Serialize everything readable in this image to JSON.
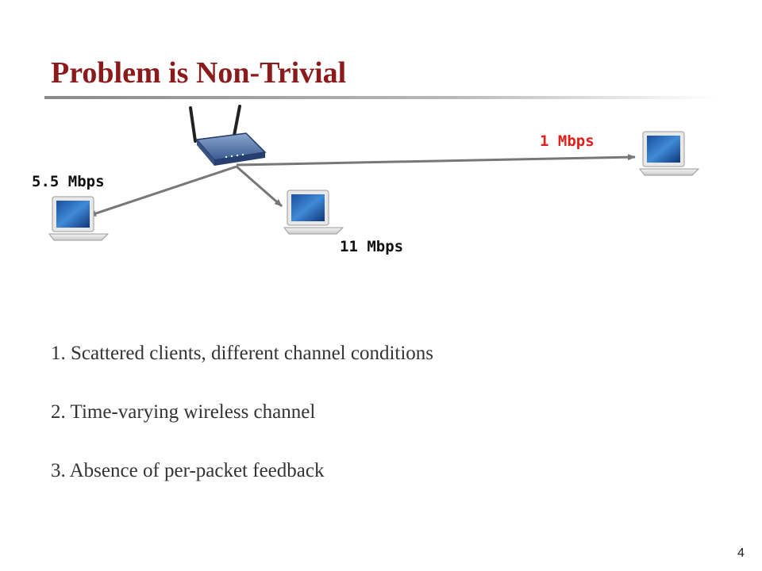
{
  "slide": {
    "title": "Problem is Non-Trivial",
    "page_number": "4"
  },
  "diagram": {
    "router_icon": "wireless-router-icon",
    "laptop_icon": "laptop-icon",
    "links": [
      {
        "rate": "1 Mbps",
        "color": "#e0201a"
      },
      {
        "rate": "5.5 Mbps",
        "color": "#111111"
      },
      {
        "rate": "11 Mbps",
        "color": "#111111"
      }
    ],
    "arrow_color": "#777777"
  },
  "bullets": [
    "1. Scattered clients, different channel conditions",
    "2. Time-varying wireless channel",
    "3. Absence of per-packet feedback"
  ],
  "colors": {
    "title": "#8b1a1a",
    "body_text": "#333333"
  }
}
